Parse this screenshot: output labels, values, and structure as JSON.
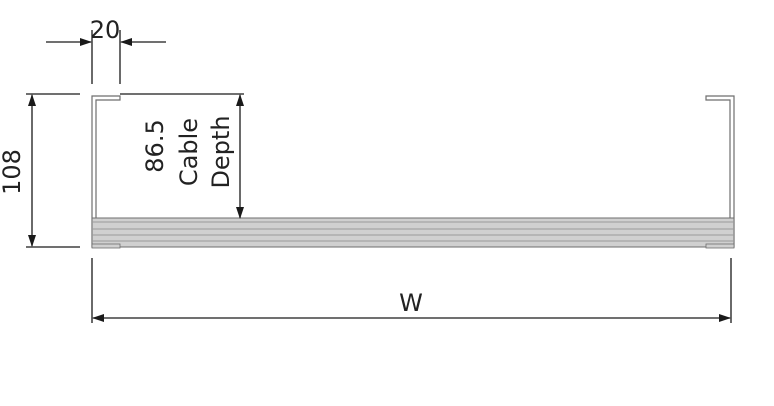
{
  "dimensions": {
    "lip_width": "20",
    "height": "108",
    "cable_depth_value": "86.5",
    "cable_depth_line1": "Cable",
    "cable_depth_line2": "Depth",
    "width": "W"
  },
  "colors": {
    "line": "#1a1a1a",
    "profile_outline": "#6e6e6e",
    "base_fill": "#d0d0d0",
    "base_stripe": "#9a9a9a"
  }
}
